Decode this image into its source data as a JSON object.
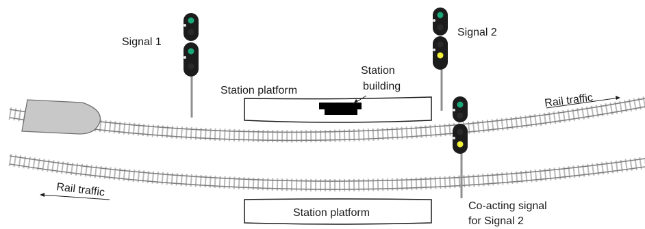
{
  "labels": {
    "signal_1": "Signal 1",
    "signal_2": "Signal 2",
    "station_platform_top": "Station platform",
    "station_building_line1": "Station",
    "station_building_line2": "building",
    "rail_traffic_upper": "Rail traffic",
    "rail_traffic_lower": "Rail traffic",
    "station_platform_bottom": "Station platform",
    "co_acting_line1": "Co-acting signal",
    "co_acting_line2": "for Signal 2"
  },
  "colors": {
    "signal_body": "#1c1c1c",
    "lamp_green": "#1aa878",
    "lamp_yellow": "#f2f23a",
    "lamp_white": "#e8e8e8",
    "train": "#c9c9c9",
    "rail": "#8a8a8a",
    "station_building": "#000000"
  },
  "signals": [
    {
      "name": "Signal 1",
      "upper_head": "green",
      "lower_head": "green"
    },
    {
      "name": "Signal 2",
      "upper_head": "green",
      "lower_head": "yellow"
    },
    {
      "name": "Co-acting signal for Signal 2",
      "upper_head": "green",
      "lower_head": "yellow"
    }
  ]
}
